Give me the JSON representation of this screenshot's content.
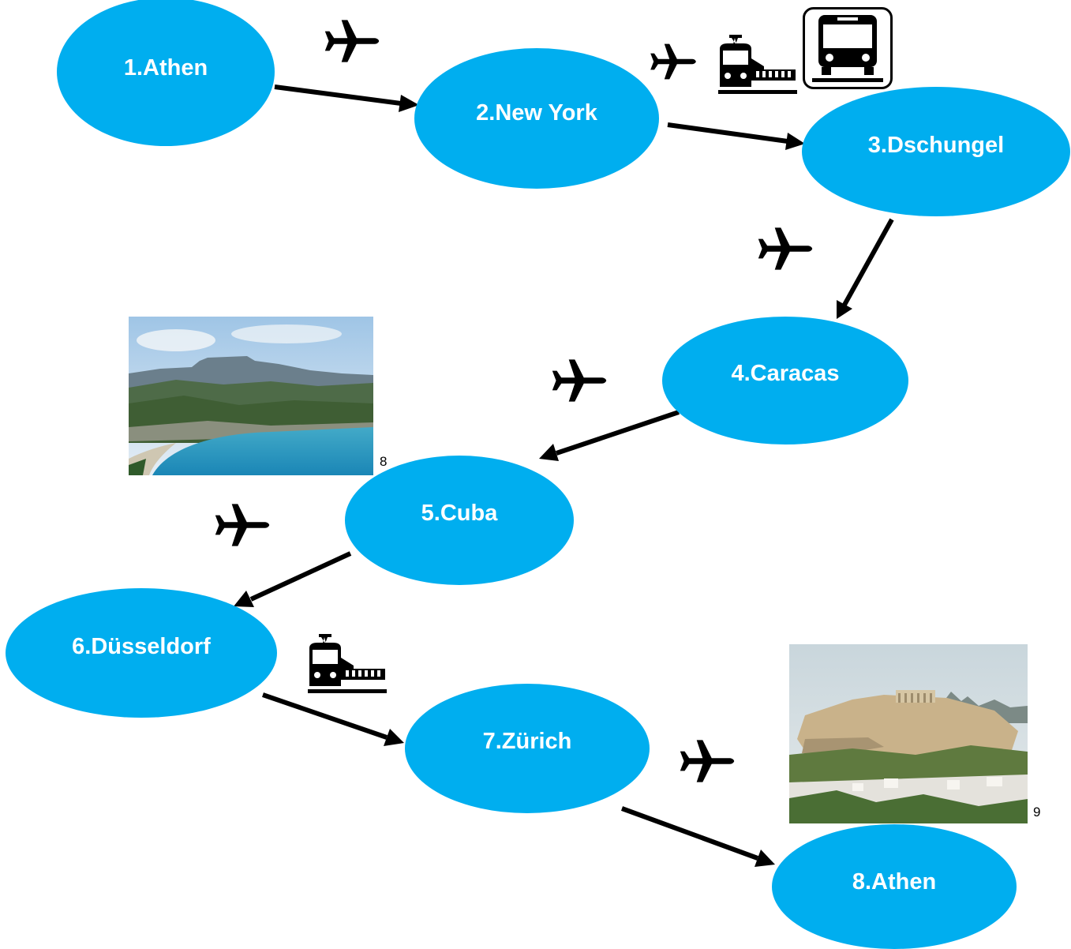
{
  "colors": {
    "node_fill": "#00AEEF",
    "arrow": "#000000",
    "icon": "#000000"
  },
  "route": {
    "stops": [
      {
        "id": "n1",
        "label": "1.Athen"
      },
      {
        "id": "n2",
        "label": "2.New York"
      },
      {
        "id": "n3",
        "label": "3.Dschungel"
      },
      {
        "id": "n4",
        "label": "4.Caracas"
      },
      {
        "id": "n5",
        "label": "5.Cuba"
      },
      {
        "id": "n6",
        "label": "6.Düsseldorf"
      },
      {
        "id": "n7",
        "label": "7.Zürich"
      },
      {
        "id": "n8",
        "label": "8.Athen"
      }
    ],
    "legs": [
      {
        "from": "n1",
        "to": "n2",
        "transport": [
          "plane-icon"
        ]
      },
      {
        "from": "n2",
        "to": "n3",
        "transport": [
          "plane-icon",
          "train-icon",
          "bus-icon"
        ]
      },
      {
        "from": "n3",
        "to": "n4",
        "transport": [
          "plane-icon"
        ]
      },
      {
        "from": "n4",
        "to": "n5",
        "transport": [
          "plane-icon"
        ]
      },
      {
        "from": "n5",
        "to": "n6",
        "transport": [
          "plane-icon"
        ]
      },
      {
        "from": "n6",
        "to": "n7",
        "transport": [
          "train-icon"
        ]
      },
      {
        "from": "n7",
        "to": "n8",
        "transport": [
          "plane-icon"
        ]
      }
    ]
  },
  "photos": {
    "cuba": {
      "subject": "Cuban coastal bay with flat-topped mountain",
      "footnote": "8"
    },
    "athens": {
      "subject": "Acropolis of Athens on a hill above the city",
      "footnote": "9"
    }
  }
}
